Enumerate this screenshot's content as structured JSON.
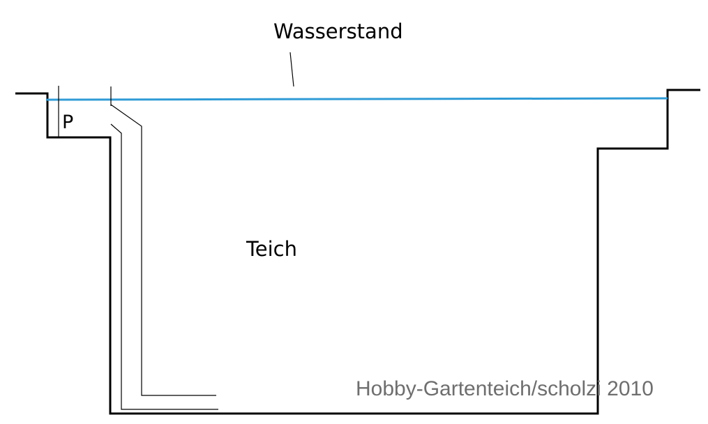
{
  "labels": {
    "water_level": "Wasserstand",
    "pump": "P",
    "pond": "Teich"
  },
  "credit": "Hobby-Gartenteich/scholzi 2010",
  "colors": {
    "outline": "#000000",
    "water_line": "#2f9bd6",
    "credit_text": "#6e6e6e",
    "background": "#ffffff"
  }
}
